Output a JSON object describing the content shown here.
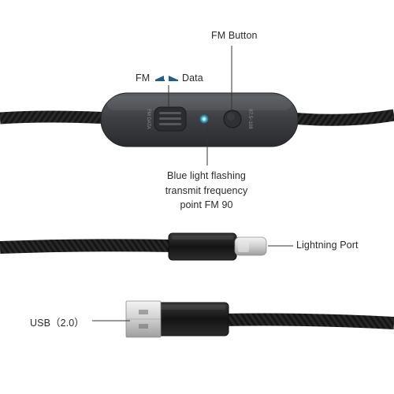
{
  "labels": {
    "fm_button": "FM  Button",
    "fm": "FM",
    "data": "Data",
    "blue_light_line1": "Blue light flashing",
    "blue_light_line2": "transmit frequency",
    "blue_light_line3": "point FM 90",
    "lightning_port": "Lightning Port",
    "usb": "USB（2.0）"
  },
  "device_marks": {
    "switch_engraving": "FM DATA",
    "button_engraving": "87.5~108"
  },
  "icons": [
    "fm-arrow-icon",
    "data-arrow-icon",
    "blue-led-icon"
  ],
  "colors": {
    "cable": "#1c1c1c",
    "module_body": "#3d3f42",
    "led": "#3fd0ff",
    "accent_arrows": "#1f5e8c",
    "leader_lines": "#333333"
  }
}
